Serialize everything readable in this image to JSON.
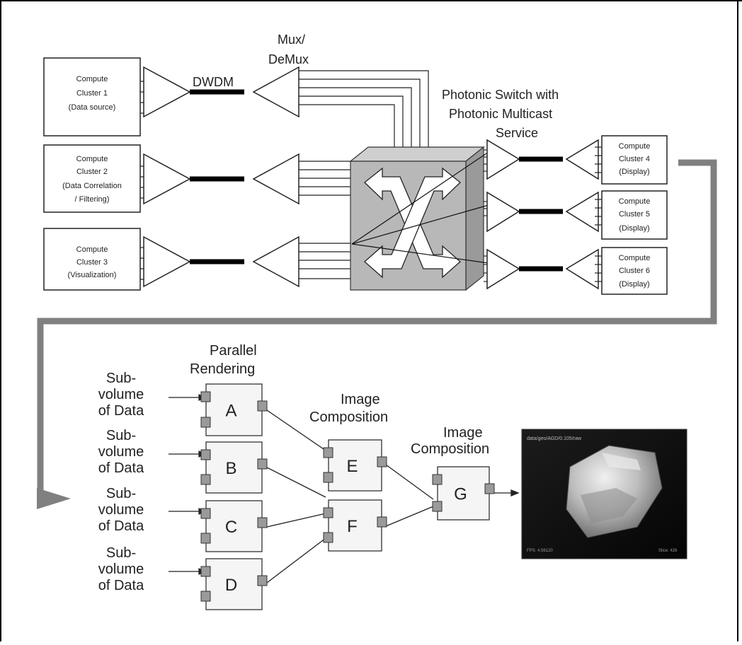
{
  "top": {
    "dwdm_label": "DWDM",
    "mux_label": [
      "Mux/",
      "DeMux"
    ],
    "switch_label": [
      "Photonic Switch with",
      "Photonic Multicast",
      "Service"
    ],
    "clusters_left": [
      {
        "lines": [
          "Compute",
          "Cluster 1",
          "(Data source)"
        ]
      },
      {
        "lines": [
          "Compute",
          "Cluster 2",
          "(Data Correlation",
          "/ Filtering)"
        ]
      },
      {
        "lines": [
          "Compute",
          "Cluster 3",
          "(Visualization)"
        ]
      }
    ],
    "clusters_right": [
      {
        "lines": [
          "Compute",
          "Cluster 4",
          "(Display)"
        ]
      },
      {
        "lines": [
          "Compute",
          "Cluster 5",
          "(Display)"
        ]
      },
      {
        "lines": [
          "Compute",
          "Cluster 6",
          "(Display)"
        ]
      }
    ]
  },
  "bottom": {
    "parallel_rendering": [
      "Parallel",
      "Rendering"
    ],
    "image_composition_1": [
      "Image",
      "Composition"
    ],
    "image_composition_2": [
      "Image",
      "Composition"
    ],
    "subvolume_label": [
      "Sub-",
      "volume",
      "of Data"
    ],
    "nodes": [
      "A",
      "B",
      "C",
      "D",
      "E",
      "F",
      "G"
    ],
    "screen": {
      "title": "data/geo/AGD/0.105/raw",
      "fps": "FPS: 4.56120",
      "slice": "Slice: 426"
    }
  }
}
